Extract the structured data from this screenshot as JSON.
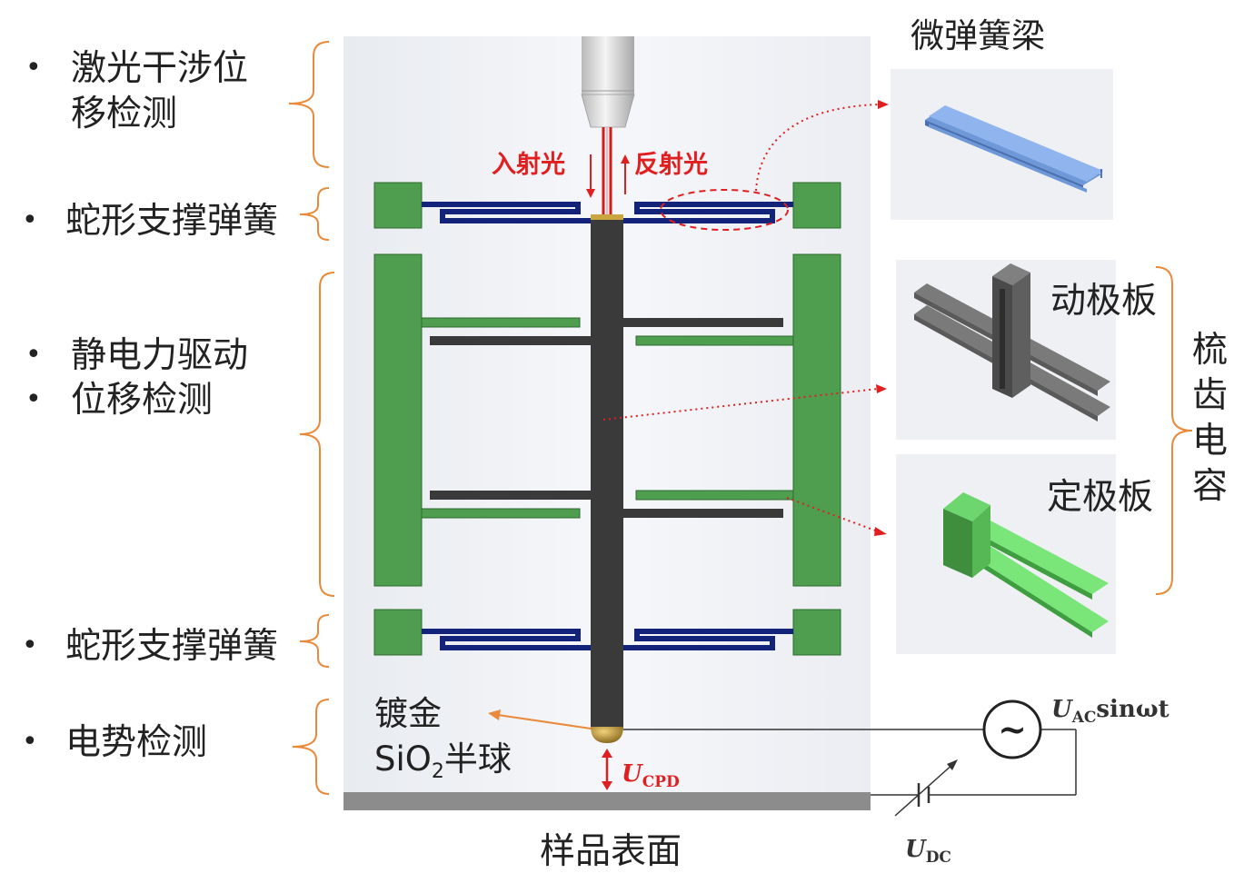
{
  "left_labels": {
    "laser_line1": "激光干涉位",
    "laser_line2": "移检测",
    "spring_top": "蛇形支撑弹簧",
    "electrostatic": "静电力驱动",
    "displacement": "位移检测",
    "spring_bottom": "蛇形支撑弹簧",
    "potential": "电势检测",
    "bullet": "•"
  },
  "beam_labels": {
    "incident": "入射光",
    "reflected": "反射光"
  },
  "right_panels": {
    "micro_spring_beam": "微弹簧梁",
    "moving_plate": "动极板",
    "fixed_plate": "定极板",
    "comb_capacitor": [
      "梳",
      "齿",
      "电",
      "容"
    ]
  },
  "bottom": {
    "tip_line1": "镀金",
    "tip_si": "SiO",
    "tip_sub": "2",
    "tip_rest": "半球",
    "sample_surface": "样品表面",
    "ucpd_main": "U",
    "ucpd_sub": "CPD",
    "uac_main": "U",
    "uac_sub": "AC",
    "uac_tail": "sinωt",
    "udc_main": "U",
    "udc_sub": "DC",
    "ac_source_symbol": "~"
  },
  "colors": {
    "bracket": "#e88a3a",
    "green": "#4f9e4f",
    "navy": "#14237a",
    "probe": "#3a3a3a",
    "red": "#e02020",
    "panel_bg": "#eef0f4",
    "sample": "#8c8c8c"
  }
}
